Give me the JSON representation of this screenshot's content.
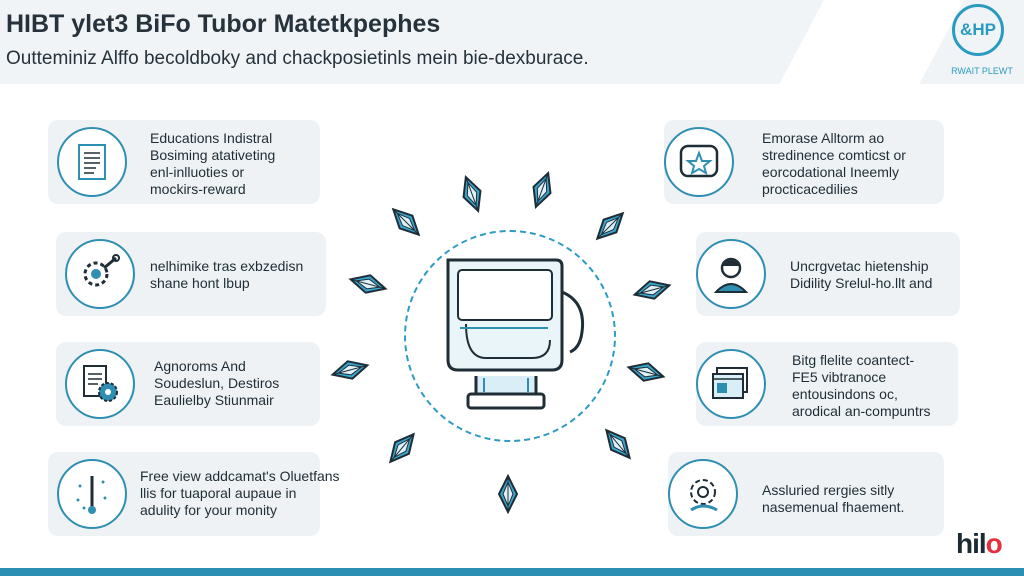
{
  "header": {
    "title": "HIBT ylet3 BiFo Tubor Matetkpephes",
    "subtitle": "Outteminiz Alffo becoldboky and chackposietinls mein bie-dexburace."
  },
  "logo": {
    "mark": "&HP",
    "caption": "RWAIT PLEWT"
  },
  "cards": [
    {
      "lines": [
        "Educations Indistral",
        "Bosiming atativeting",
        "enl-inlluoties or",
        "mockirs-reward"
      ],
      "icon": "document-icon"
    },
    {
      "lines": [
        "Emorase Alltorm ao",
        "stredinence comticst or",
        "eorcodational Ineemly",
        "procticacedilies"
      ],
      "icon": "star-screen-icon"
    },
    {
      "lines": [
        "nelhimike tras exbzedisn",
        "shane hont lbup"
      ],
      "icon": "gear-wrench-icon"
    },
    {
      "lines": [
        "Uncrgvetac hietenship",
        "Didility Srelul-ho.llt and"
      ],
      "icon": "person-icon"
    },
    {
      "lines": [
        "Agnoroms And",
        "Soudeslun, Destiros",
        "Eaulielby Stiunmair"
      ],
      "icon": "document-gear-icon"
    },
    {
      "lines": [
        "Bitg flelite coantect-",
        "FE5 vibtranoce",
        "entousindons oc,",
        "arodical an-compuntrs"
      ],
      "icon": "browser-window-icon"
    },
    {
      "lines": [
        "Free view addcamat's Oluetfans",
        "llis for tuaporal aupaue in",
        "adulity for your monity"
      ],
      "icon": "thermometer-icon"
    },
    {
      "lines": [
        "Assluried rergies sitly",
        "nasemenual fhaement."
      ],
      "icon": "globe-hand-icon"
    }
  ],
  "brand": {
    "text": "hilo",
    "highlight": "o"
  },
  "colors": {
    "accent": "#2f9bc4",
    "card_bg": "#eef2f4",
    "header_bg": "#f1f4f6",
    "footer": "#2a8fb2",
    "brand_highlight": "#e5303e"
  }
}
